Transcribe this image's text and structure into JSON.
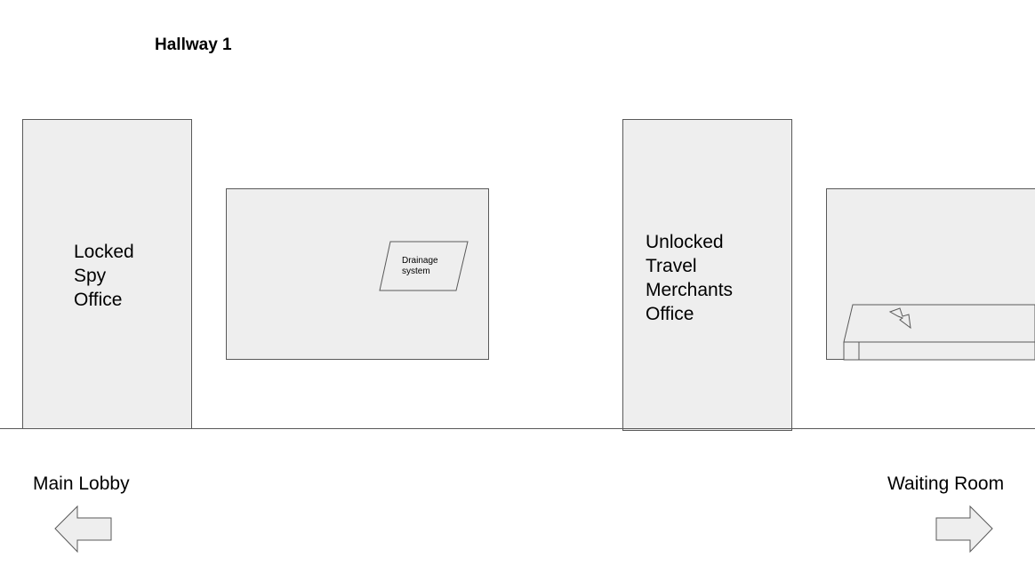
{
  "title": "Hallway 1",
  "rooms": [
    {
      "label": "Locked\nSpy\nOffice"
    },
    {
      "label": "Unlocked\nTravel\nMerchants\nOffice"
    }
  ],
  "drainage": {
    "label": "Drainage\nsystem"
  },
  "nav": {
    "left": {
      "label": "Main Lobby"
    },
    "right": {
      "label": "Waiting Room"
    }
  },
  "colors": {
    "fill": "#eeeeee",
    "stroke": "#595959"
  },
  "icons": {
    "lightning": "lightning-icon",
    "left_arrow": "arrow-left-icon",
    "right_arrow": "arrow-right-icon"
  }
}
